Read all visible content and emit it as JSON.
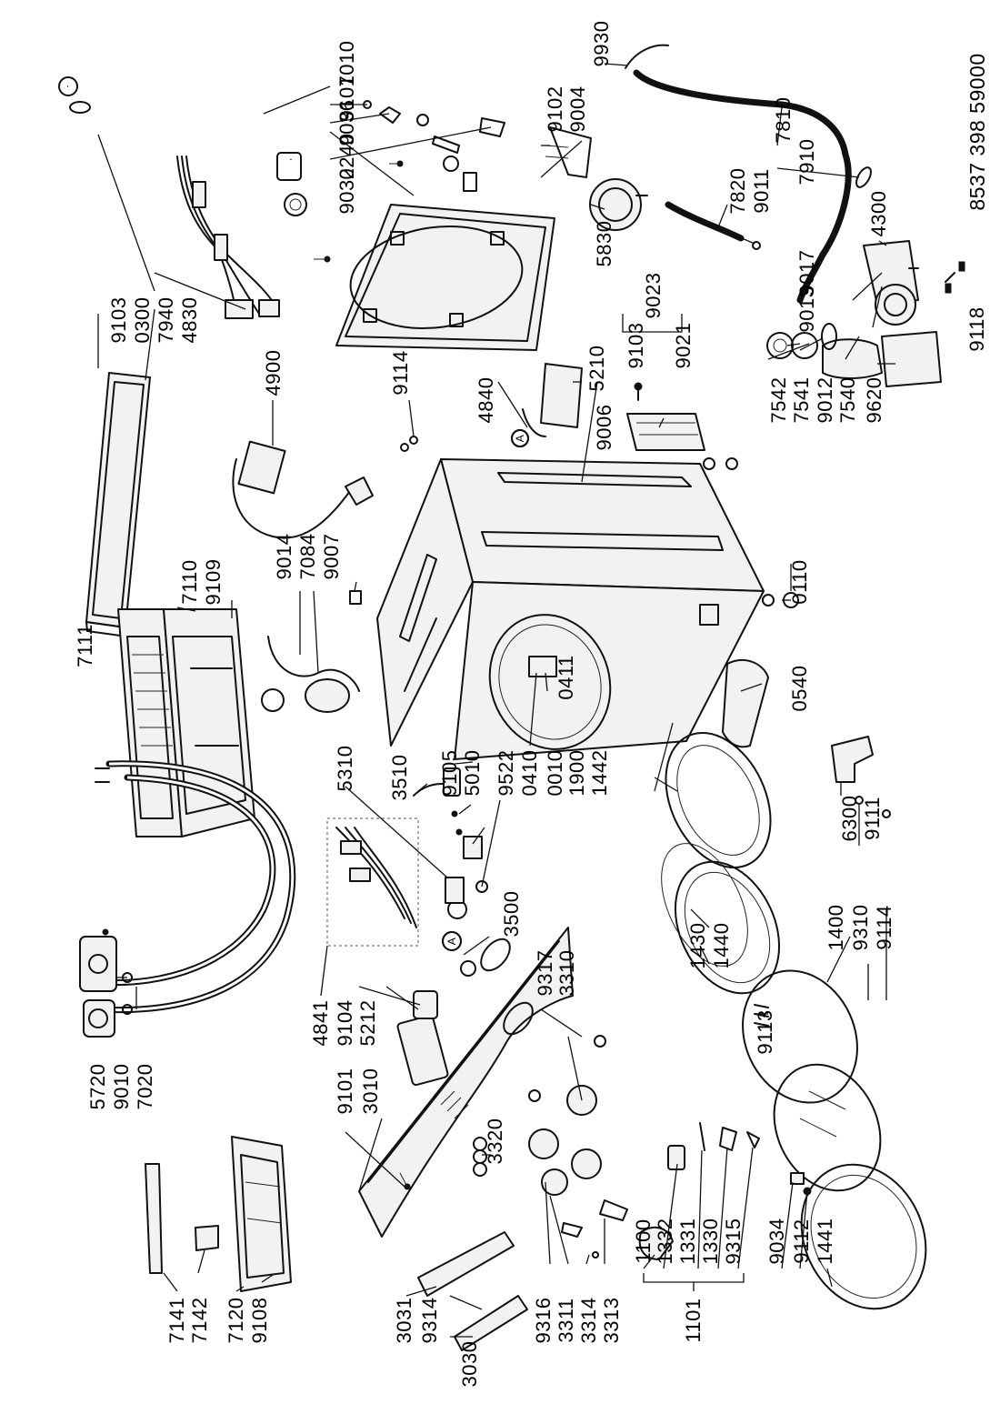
{
  "document_number": "8537 398 59000",
  "detail_marker": "A",
  "callouts": [
    "7010",
    "9101",
    "9036",
    "0240",
    "9032",
    "9102",
    "9004",
    "9930",
    "7820",
    "9011",
    "7810",
    "7910",
    "4300",
    "9103",
    "0300",
    "7940",
    "4830",
    "5830",
    "9023",
    "9013",
    "9017",
    "9118",
    "5210",
    "4840",
    "9006",
    "9103",
    "9021",
    "7542",
    "7541",
    "9012",
    "7540",
    "9620",
    "4900",
    "9114",
    "0110",
    "7111",
    "7110",
    "9109",
    "9014",
    "7084",
    "9007",
    "0411",
    "0540",
    "0410",
    "0010",
    "1900",
    "1442",
    "3510",
    "9105",
    "5010",
    "9522",
    "5310",
    "6300",
    "9111",
    "3500",
    "1400",
    "9310",
    "9114",
    "1430",
    "1440",
    "9113",
    "9317",
    "3310",
    "4841",
    "9104",
    "5212",
    "5720",
    "9010",
    "7020",
    "9101",
    "3010",
    "3320",
    "9316",
    "3311",
    "3314",
    "3313",
    "3031",
    "9314",
    "3030",
    "1100",
    "1332",
    "1331",
    "1330",
    "9315",
    "9034",
    "9112",
    "1441",
    "1101",
    "7141",
    "7142",
    "7120",
    "9108"
  ]
}
